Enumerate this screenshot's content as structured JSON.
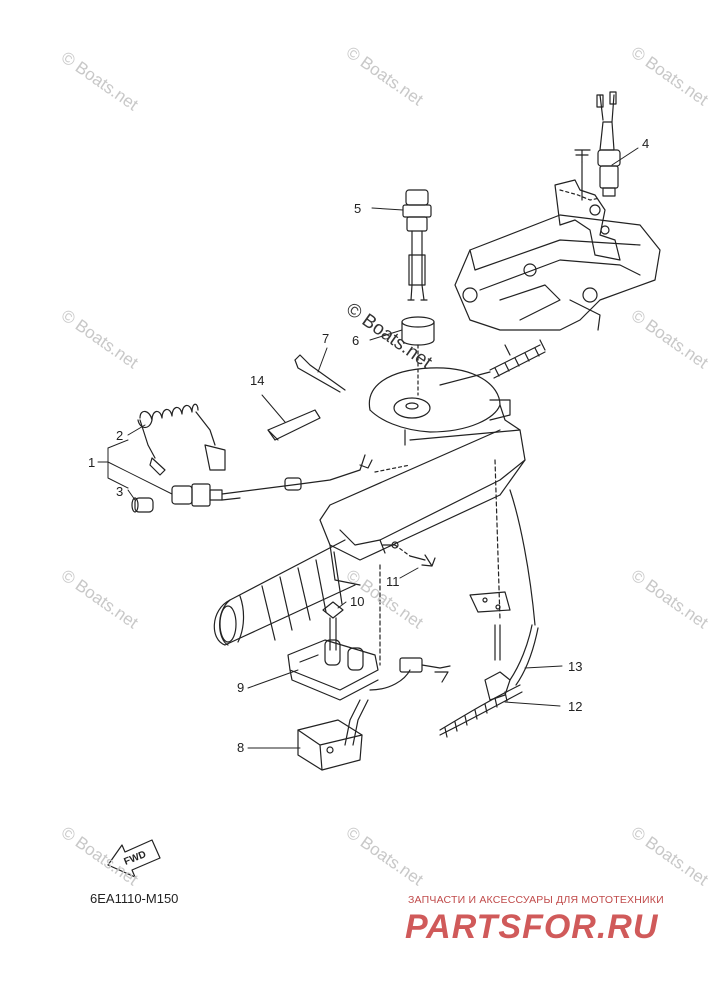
{
  "diagram": {
    "callouts": [
      "1",
      "2",
      "3",
      "4",
      "5",
      "6",
      "7",
      "8",
      "9",
      "10",
      "11",
      "12",
      "13",
      "14"
    ],
    "fwd_label": "FWD",
    "diagram_code": "6EA1110-M150",
    "watermark_text": "© Boats.net",
    "center_watermark": "© Boats.net",
    "shop_tagline": "ЗАПЧАСТИ И АКСЕССУАРЫ ДЛЯ МОТОТЕХНИКИ",
    "shop_logo": "PARTSFOR.RU",
    "line_color": "#222222",
    "watermark_color": "#c8c8c8",
    "shop_color": "#d05a5a"
  }
}
